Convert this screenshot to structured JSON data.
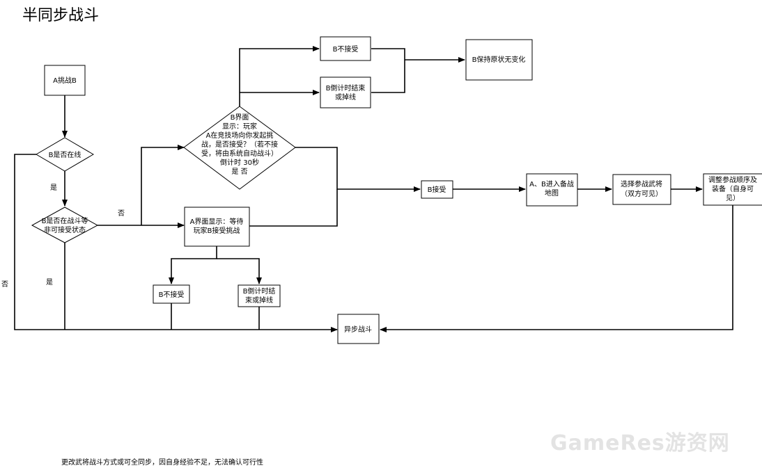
{
  "title": "半同步战斗",
  "nodes": {
    "a_challenge_b": "A挑战B",
    "b_online": "B是否在线",
    "b_in_battle": [
      "B是否在战斗等",
      "非可接受状态"
    ],
    "b_ui": [
      "B界面",
      "显示：玩家",
      "A在竞技场向你发起挑",
      "战，是否接受？（若不接",
      "受，将由系统自动战斗）",
      "倒计时   30秒",
      "是      否"
    ],
    "b_reject_top": "B不接受",
    "b_timeout_top": [
      "B倒计时结束",
      "或掉线"
    ],
    "b_keep_state": "B保持原状无变化",
    "a_ui": [
      "A界面显示：等待",
      "玩家B接受挑战"
    ],
    "b_accept": "B接受",
    "enter_map": [
      "A、B进入备战",
      "地图"
    ],
    "select_generals": [
      "选择参战武将",
      "（双方可见）"
    ],
    "adjust_order": [
      "调整参战顺序及",
      "装备（自身可",
      "见）"
    ],
    "b_reject_bottom": "B不接受",
    "b_timeout_bottom": [
      "B倒计时结",
      "束或掉线"
    ],
    "async_battle": "异步战斗"
  },
  "edge_labels": {
    "online_yes": "是",
    "online_no": "否",
    "battle_no": "否",
    "battle_yes": "是"
  },
  "footer": "更改武将战斗方式或可全同步，因自身经验不足，无法确认可行性",
  "watermark": "GameRes游资网"
}
